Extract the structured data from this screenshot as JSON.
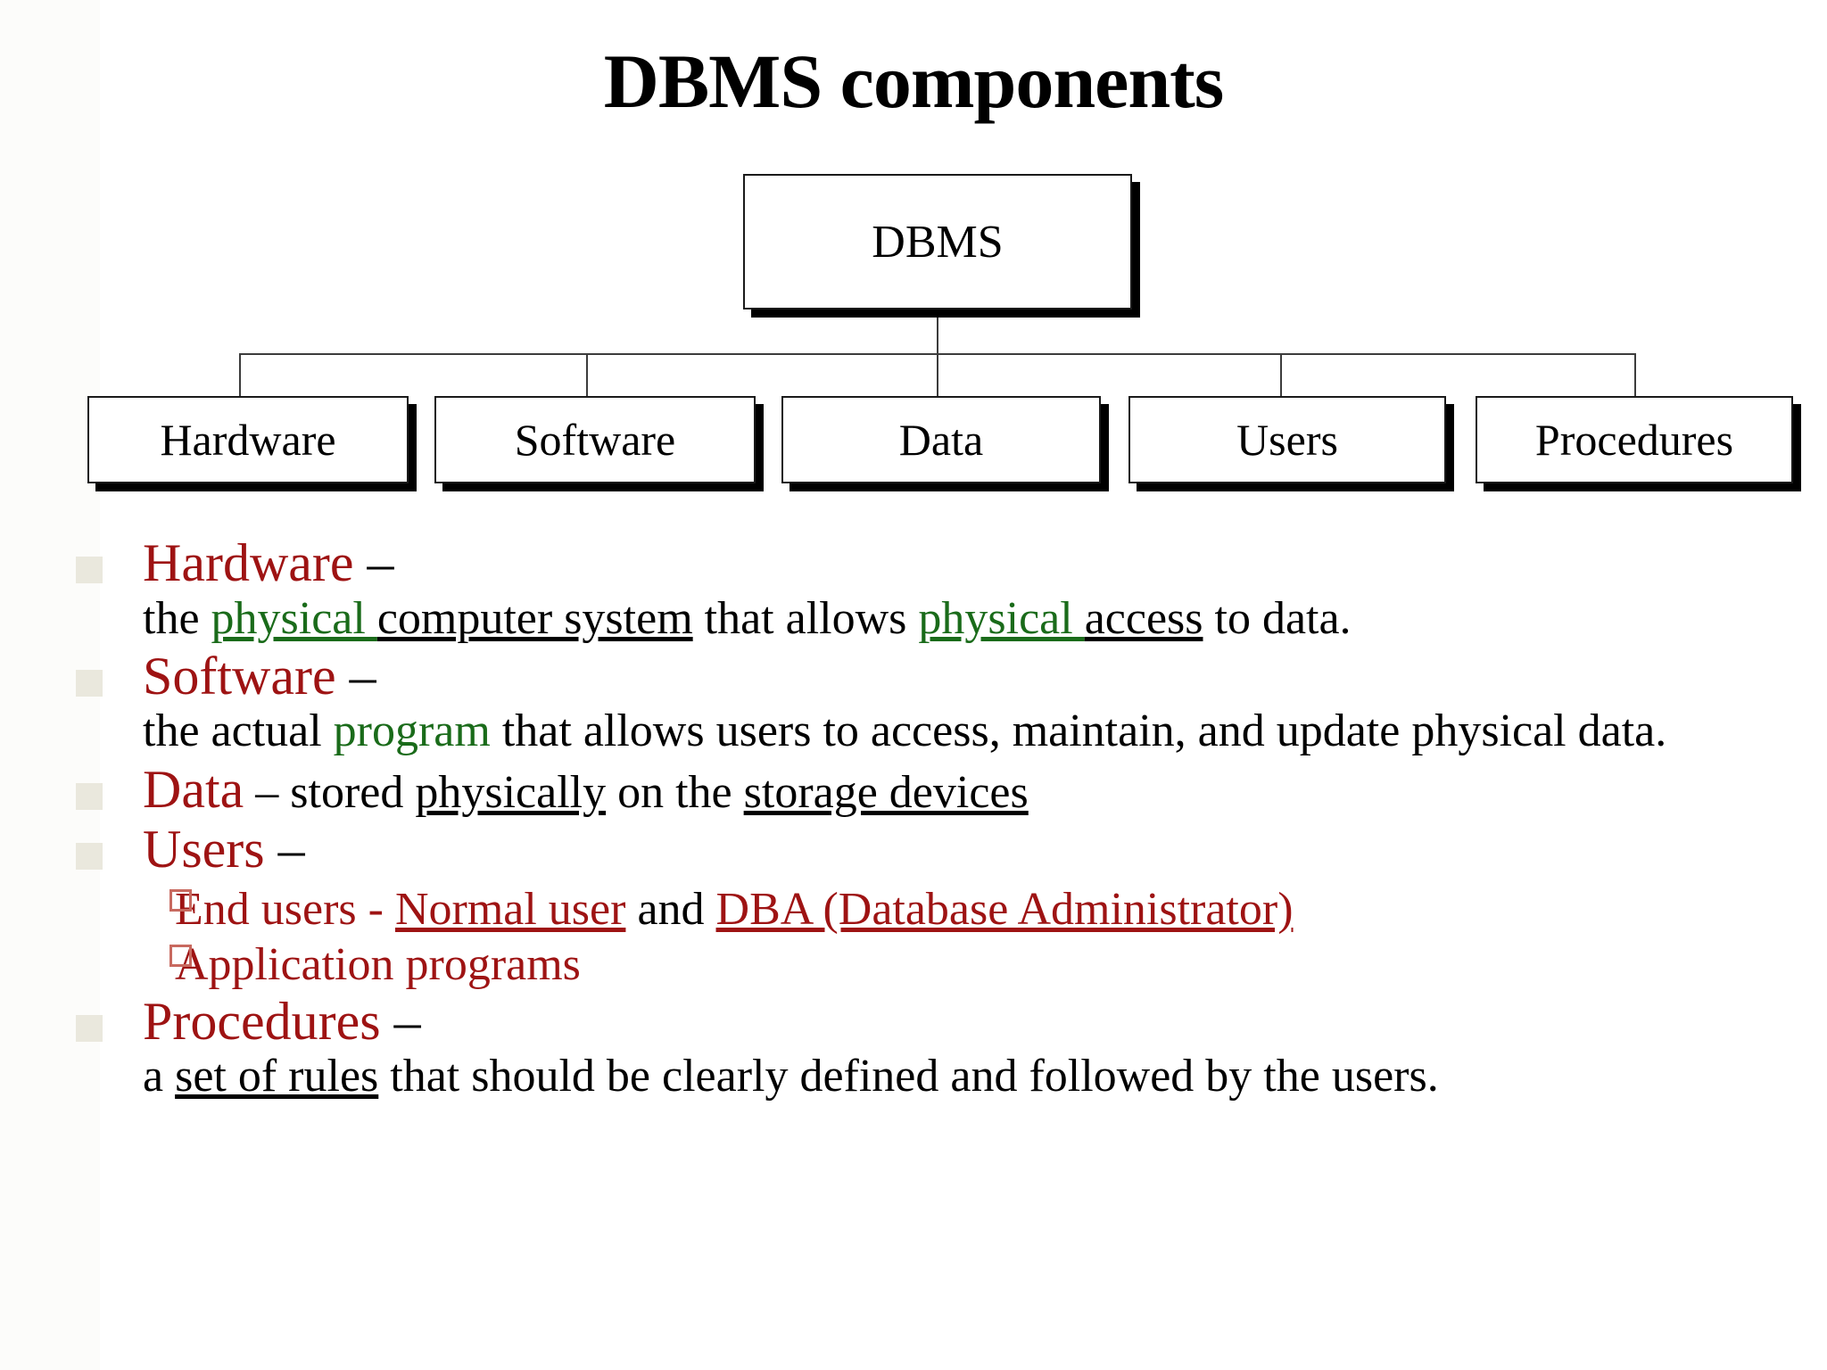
{
  "slide": {
    "title": "DBMS components",
    "colors": {
      "heading_red": "#9e1313",
      "highlight_green": "#1a6b1a",
      "body_black": "#000000",
      "bullet_square": "#eae8dd",
      "sub_bullet_outline": "#c8695f",
      "background": "#ffffff"
    }
  },
  "chart_data": {
    "type": "diagram",
    "layout": "org-chart",
    "root": {
      "label": "DBMS"
    },
    "children": [
      {
        "label": "Hardware"
      },
      {
        "label": "Software"
      },
      {
        "label": "Data"
      },
      {
        "label": "Users"
      },
      {
        "label": "Procedures"
      }
    ]
  },
  "bullets": [
    {
      "heading": "Hardware",
      "dash": " –",
      "desc_parts": [
        {
          "text": "the ",
          "style": "plain"
        },
        {
          "text": "physical ",
          "style": "green-underline"
        },
        {
          "text": "computer system",
          "style": "black-underline"
        },
        {
          "text": " that allows ",
          "style": "plain"
        },
        {
          "text": "physical ",
          "style": "green-underline"
        },
        {
          "text": "access",
          "style": "black-underline"
        },
        {
          "text": " to data.",
          "style": "plain"
        }
      ]
    },
    {
      "heading": "Software",
      "dash": " –",
      "desc_parts": [
        {
          "text": "the actual ",
          "style": "plain"
        },
        {
          "text": "program",
          "style": "green"
        },
        {
          "text": " that allows users to access, maintain, and update physical data.",
          "style": "plain"
        }
      ]
    },
    {
      "heading": "Data",
      "inline": true,
      "desc_parts": [
        {
          "text": " – stored ",
          "style": "plain"
        },
        {
          "text": "physically",
          "style": "black-underline"
        },
        {
          "text": " on the ",
          "style": "plain"
        },
        {
          "text": "storage devices",
          "style": "black-underline"
        },
        {
          "text": "",
          "style": "plain"
        }
      ]
    },
    {
      "heading": "Users",
      "dash": " –",
      "sub_items": [
        {
          "parts": [
            {
              "text": "End users - ",
              "style": "red"
            },
            {
              "text": "Normal user",
              "style": "red-underline"
            },
            {
              "text": "  and  ",
              "style": "black"
            },
            {
              "text": "DBA (Database Administrator)",
              "style": "red-underline"
            }
          ]
        },
        {
          "parts": [
            {
              "text": "Application programs",
              "style": "red"
            }
          ]
        }
      ]
    },
    {
      "heading": "Procedures",
      "dash": " –",
      "desc_parts": [
        {
          "text": "a ",
          "style": "plain"
        },
        {
          "text": "set of rules",
          "style": "black-underline"
        },
        {
          "text": " that should be clearly defined and followed by the users.",
          "style": "plain"
        }
      ]
    }
  ]
}
